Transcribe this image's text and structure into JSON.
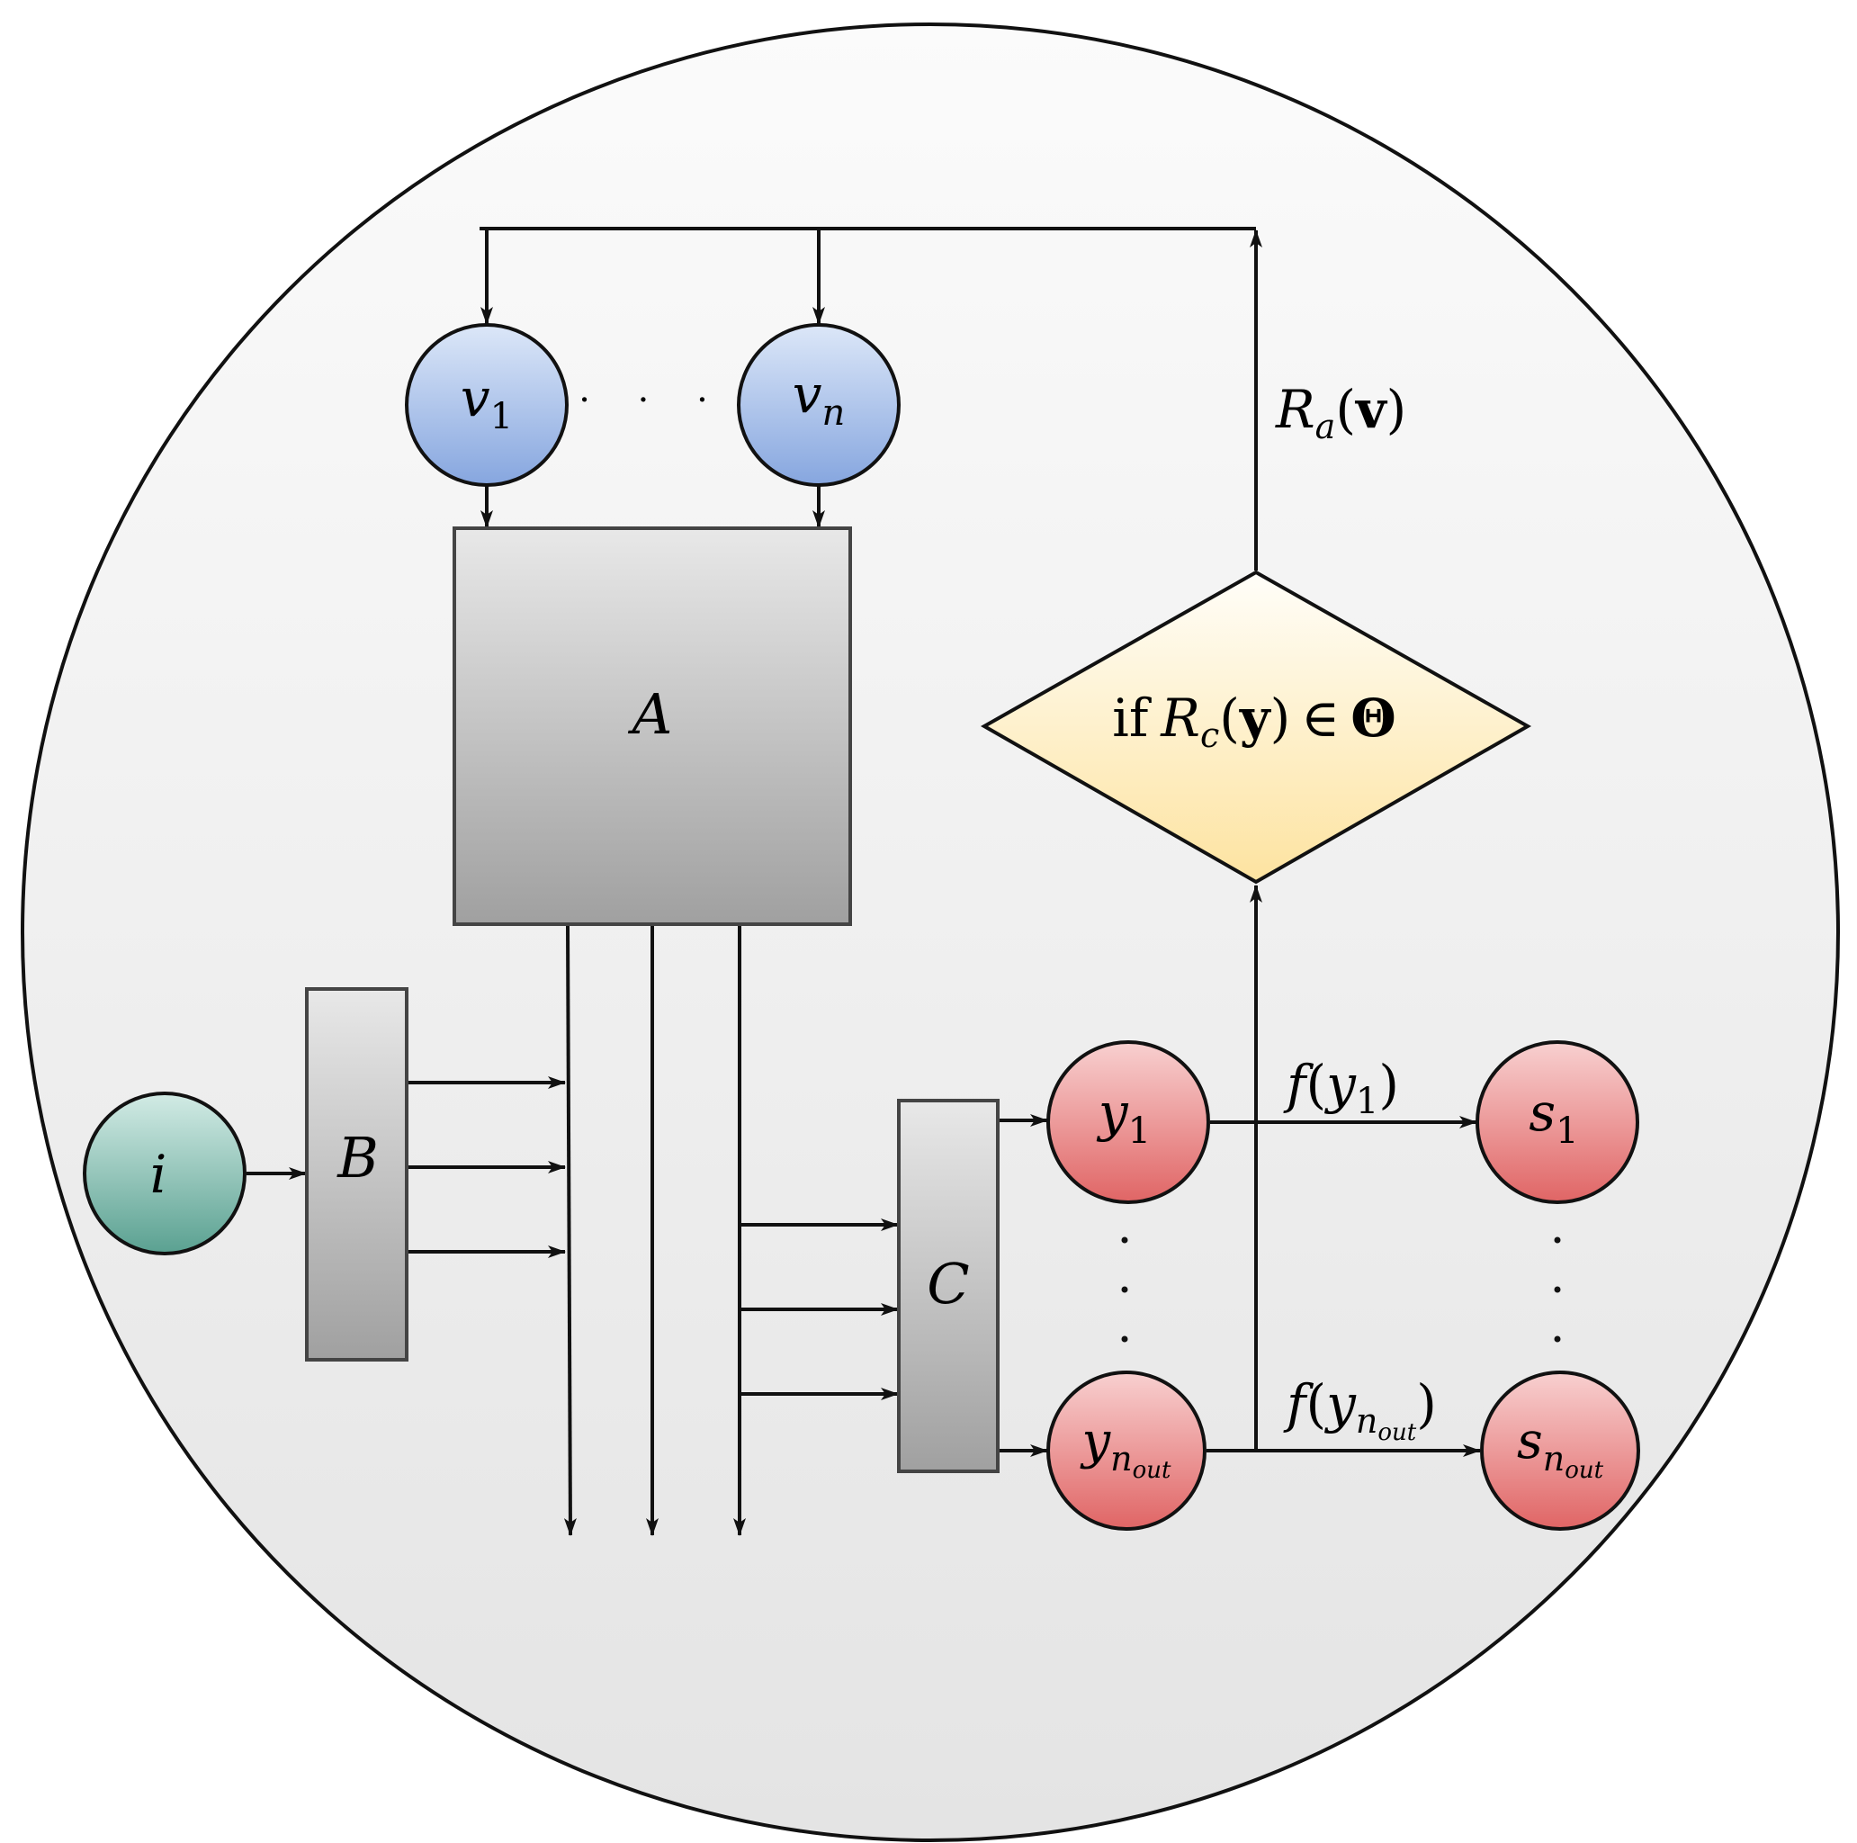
{
  "nodes": {
    "v1": {
      "symbol": "v",
      "sub": "1"
    },
    "vn": {
      "symbol": "v",
      "sub": "n"
    },
    "v_dots": "· · ·",
    "A": "A",
    "B": "B",
    "C": "C",
    "i": "i",
    "y1": {
      "symbol": "y",
      "sub": "1"
    },
    "ynout": {
      "symbol": "y",
      "sub": "n",
      "subsub": "out"
    },
    "s1": {
      "symbol": "s",
      "sub": "1"
    },
    "snout": {
      "symbol": "s",
      "sub": "n",
      "subsub": "out"
    },
    "y_dots": "·",
    "s_dots": "·"
  },
  "decision": {
    "prefix": "if",
    "R": "R",
    "R_sub": "c",
    "arg": "y",
    "relation": "∈",
    "set": "Θ"
  },
  "labels": {
    "Ra": {
      "R": "R",
      "sub": "a",
      "arg": "v"
    },
    "f_y1": {
      "f": "f",
      "y": "y",
      "sub": "1"
    },
    "f_ynout": {
      "f": "f",
      "y": "y",
      "sub": "n",
      "subsub": "out"
    }
  },
  "colors": {
    "circle_bg_top": "#fbfbfb",
    "circle_bg_bottom": "#e4e4e4",
    "blue_top": "#d6e3f7",
    "blue_bottom": "#8aa9e0",
    "gray_top": "#e6e6e6",
    "gray_bottom": "#a3a3a3",
    "teal_top": "#cde8e2",
    "teal_bottom": "#5fa596",
    "red_top": "#f6caca",
    "red_bottom": "#e26a6a",
    "yellow_top": "#fffdf5",
    "yellow_bottom": "#fde6a8",
    "stroke": "#111111"
  }
}
